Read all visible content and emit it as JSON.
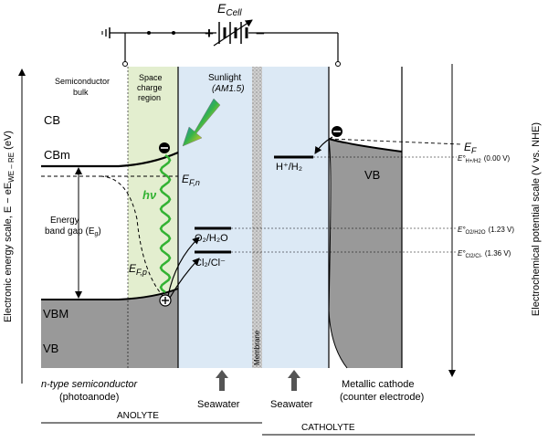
{
  "circuit": {
    "cell_label": "E",
    "cell_sub": "Cell",
    "plus": "+",
    "minus": "−"
  },
  "axes": {
    "left_label": "Electronic energy scale, E − eE",
    "left_label_sub": "WE – RE",
    "left_label_unit": " (eV)",
    "right_label": "Electrochemical potential scale (V vs. NHE)"
  },
  "semiconductor": {
    "bulk_label_1": "Semiconductor",
    "bulk_label_2": "bulk",
    "scr_label_1": "Space",
    "scr_label_2": "charge",
    "scr_label_3": "region",
    "cb": "CB",
    "cbm": "CBm",
    "vbm": "VBM",
    "vb": "VB",
    "gap_1": "Energy",
    "gap_2": "band gap (E",
    "gap_2_sub": "g",
    "gap_2_end": ")",
    "efn": "E",
    "efn_sub": "F,n",
    "efp": "E",
    "efp_sub": "F,p",
    "hv": "hν",
    "type_label": "n-type semiconductor",
    "type_label_2": "(photoanode)"
  },
  "sunlight": {
    "label": "Sunlight",
    "label_2": "(AM1.5)"
  },
  "membrane": {
    "label": "Membrane"
  },
  "redox": {
    "o2": "O₂/H₂O",
    "cl2": "Cl₂/Cl⁻",
    "h": "H⁺/H₂"
  },
  "cathode": {
    "vb": "VB",
    "ef": "E",
    "ef_sub": "F",
    "label_1": "Metallic cathode",
    "label_2": "(counter electrode)"
  },
  "potentials": [
    {
      "sym": "E°",
      "sub": "H+/H2",
      "value": "(0.00 V)"
    },
    {
      "sym": "E°",
      "sub": "O2/H2O",
      "value": "(1.23 V)"
    },
    {
      "sym": "E°",
      "sub": "Cl2/Cl-",
      "value": "(1.36 V)"
    }
  ],
  "bottom": {
    "seawater_1": "Seawater",
    "seawater_2": "Seawater",
    "anolyte": "ANOLYTE",
    "catholyte": "CATHOLYTE"
  },
  "colors": {
    "scr_fill": "#e3eecf",
    "electrolyte_fill": "#dce9f5",
    "semiconductor_fill": "#999999",
    "photon_line": "#33b233",
    "membrane_fill": "#bdbdbd"
  }
}
